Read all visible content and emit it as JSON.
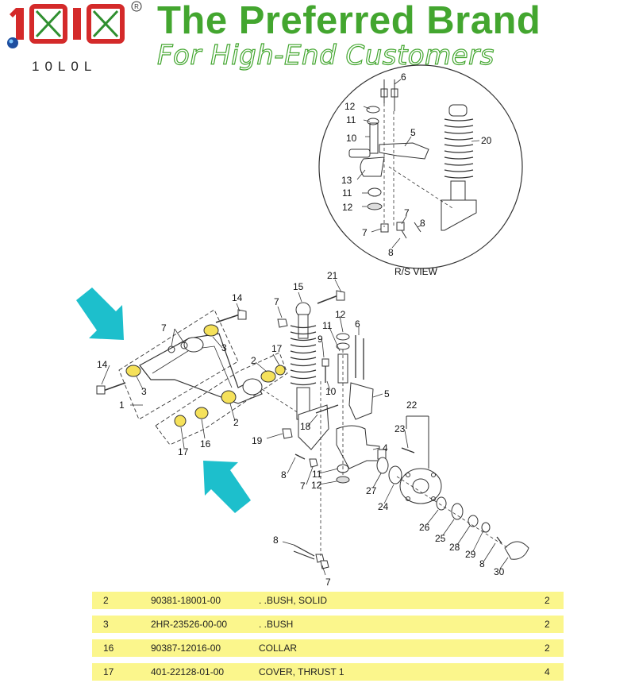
{
  "header": {
    "logo_text": "10L0L",
    "title": "The Preferred Brand",
    "subtitle": "For High-End Customers",
    "registered_mark": "®"
  },
  "diagram": {
    "inset_caption": "R/S VIEW",
    "inset_labels": [
      "6",
      "12",
      "11",
      "10",
      "5",
      "20",
      "13",
      "11",
      "12",
      "7",
      "8",
      "7",
      "8"
    ],
    "main_labels": [
      "21",
      "15",
      "7",
      "14",
      "7",
      "3",
      "12",
      "11",
      "6",
      "9",
      "17",
      "2",
      "14",
      "3",
      "1",
      "10",
      "5",
      "22",
      "2",
      "18",
      "23",
      "19",
      "4",
      "17",
      "16",
      "8",
      "7",
      "11",
      "12",
      "27",
      "24",
      "26",
      "25",
      "28",
      "29",
      "8",
      "30",
      "8",
      "7"
    ],
    "colors": {
      "bush_highlight": "#f5e15a",
      "arrow": "#1dbfcc",
      "brand_green": "#43a62f",
      "logo_red": "#d42a2a"
    }
  },
  "parts": [
    {
      "ref": "2",
      "part_number": "90381-18001-00",
      "description": ". .BUSH, SOLID",
      "qty": "2"
    },
    {
      "ref": "3",
      "part_number": "2HR-23526-00-00",
      "description": ". .BUSH",
      "qty": "2"
    },
    {
      "ref": "16",
      "part_number": "90387-12016-00",
      "description": "COLLAR",
      "qty": "2"
    },
    {
      "ref": "17",
      "part_number": "401-22128-01-00",
      "description": "COVER, THRUST 1",
      "qty": "4"
    }
  ]
}
